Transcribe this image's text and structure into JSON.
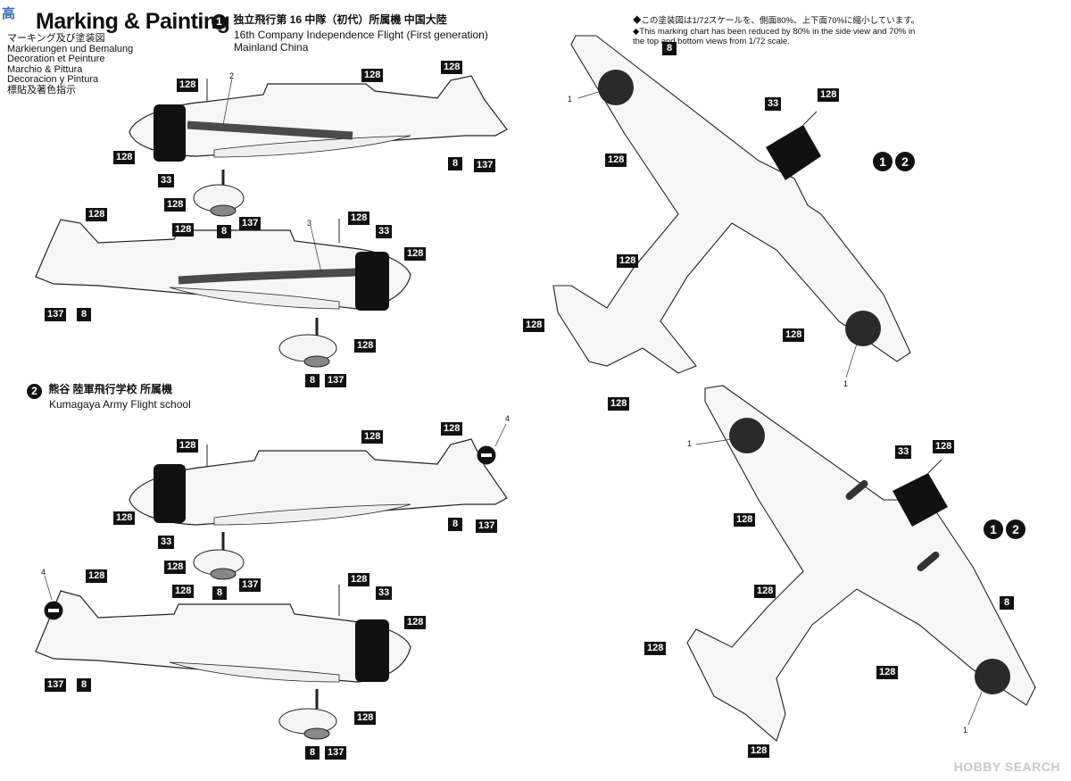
{
  "header": {
    "title": "Marking & Painting",
    "languages": [
      "マーキング及び塗装図",
      "Markierungen und Bemalung",
      "Decoration et Peinture",
      "Marchio & Pittura",
      "Decoracion y Pintura",
      "標貼及著色指示"
    ]
  },
  "scheme1": {
    "number": "1",
    "jp": "独立飛行第 16 中隊（初代）所属機 中国大陸",
    "en1": "16th Company Independence Flight (First generation)",
    "en2": "Mainland China"
  },
  "scheme2": {
    "number": "2",
    "jp": "熊谷 陸軍飛行学校 所属機",
    "en": "Kumagaya Army Flight school"
  },
  "note": {
    "jp": "◆この塗装図は1/72スケールを、側面80%、上下面70%に縮小しています。",
    "en1": "◆This marking chart has been reduced by 80% in the side view and 70% in",
    "en2": "the top and bottom views from 1/72 scale."
  },
  "badges": {
    "one": "1",
    "two": "2"
  },
  "callouts": {
    "c128": "128",
    "c33": "33",
    "c8": "8",
    "c137": "137",
    "n1": "1",
    "n2": "2",
    "n3": "3",
    "n4": "4"
  },
  "watermarks": {
    "logo": "HOBBY SEARCH",
    "corner": "高"
  },
  "colors": {
    "decal_black": "#111111",
    "hinomaru": "#2a2a2a",
    "outline": "#222222"
  }
}
